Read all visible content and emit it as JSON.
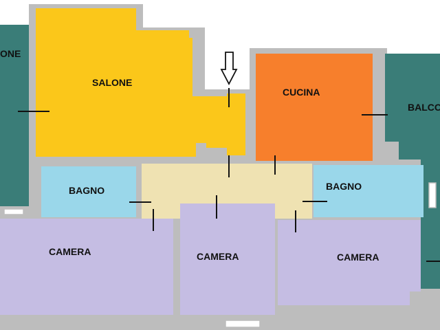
{
  "colors": {
    "background": "#ffffff",
    "walls": "#bdbdbd",
    "salone": "#fbc71a",
    "cucina": "#f77f2c",
    "balcone": "#3a7d78",
    "bagno": "#9ad7ea",
    "corridoio": "#efe2b2",
    "camera": "#c5bde3",
    "door_marks": "#111111"
  },
  "icons": {
    "entrance": "down-arrow-icon"
  },
  "rooms": {
    "balcone_left": "ONE",
    "salone": "SALONE",
    "cucina": "CUCINA",
    "balcone_right": "BALCO",
    "bagno_left": "BAGNO",
    "bagno_right": "BAGNO",
    "camera_left": "CAMERA",
    "camera_center": "CAMERA",
    "camera_right": "CAMERA"
  }
}
